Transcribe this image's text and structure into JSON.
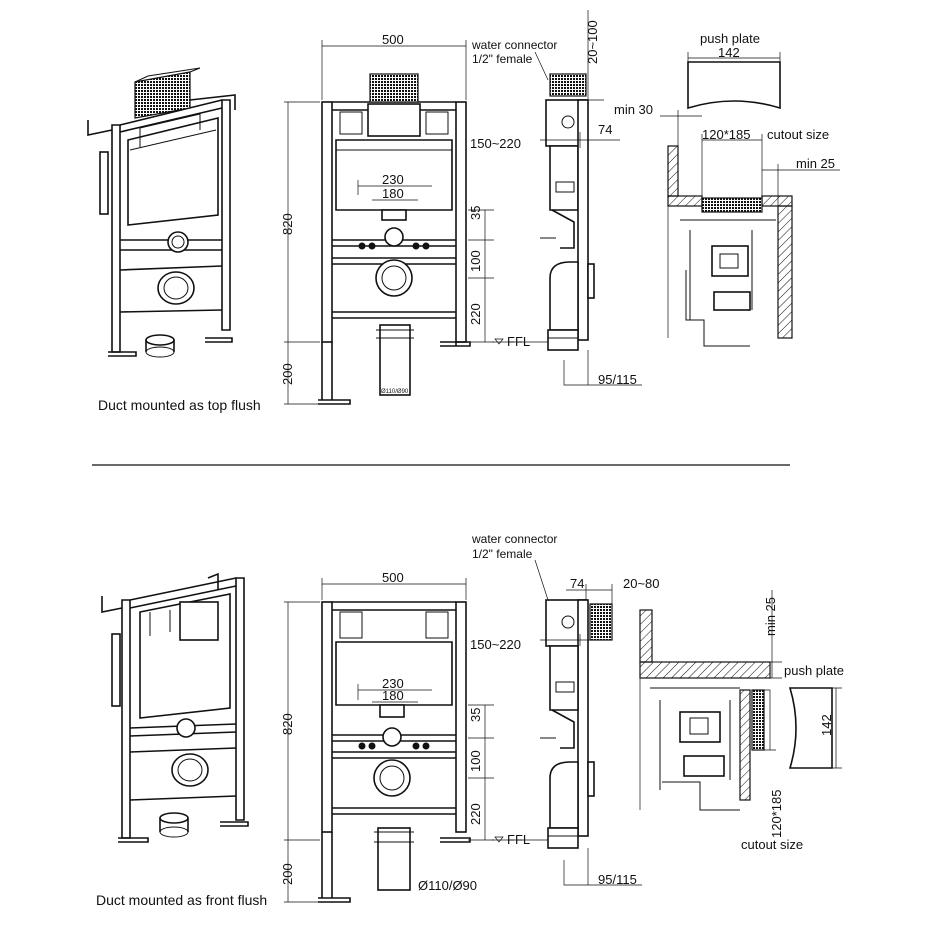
{
  "top": {
    "caption": "Duct mounted as top flush",
    "front": {
      "width": "500",
      "height": "820",
      "floor": "200",
      "dim230": "230",
      "dim180": "180",
      "dim35": "35",
      "dim100": "100",
      "dim220": "220",
      "duct": "Ø110/Ø90"
    },
    "side": {
      "water1": "water connector",
      "water2": "1/2\" female",
      "dim20100": "20~100",
      "dim74": "74",
      "dim150220": "150~220",
      "ffl": "FFL",
      "dim95115": "95/115"
    },
    "detail": {
      "pushplate": "push plate",
      "dim142": "142",
      "min30": "min 30",
      "cutout": "120*185",
      "cutoutlabel": "cutout size",
      "min25": "min 25"
    }
  },
  "bottom": {
    "caption": "Duct mounted as front flush",
    "front": {
      "width": "500",
      "height": "820",
      "floor": "200",
      "dim230": "230",
      "dim180": "180",
      "dim35": "35",
      "dim100": "100",
      "dim220": "220",
      "duct": "Ø110/Ø90"
    },
    "side": {
      "water1": "water connector",
      "water2": "1/2\" female",
      "dim74": "74",
      "dim2080": "20~80",
      "dim150220": "150~220",
      "ffl": "FFL",
      "dim95115": "95/115"
    },
    "detail": {
      "min25": "min 25",
      "pushplate": "push plate",
      "dim142": "142",
      "cutout": "120*185",
      "cutoutlabel": "cutout size"
    }
  }
}
